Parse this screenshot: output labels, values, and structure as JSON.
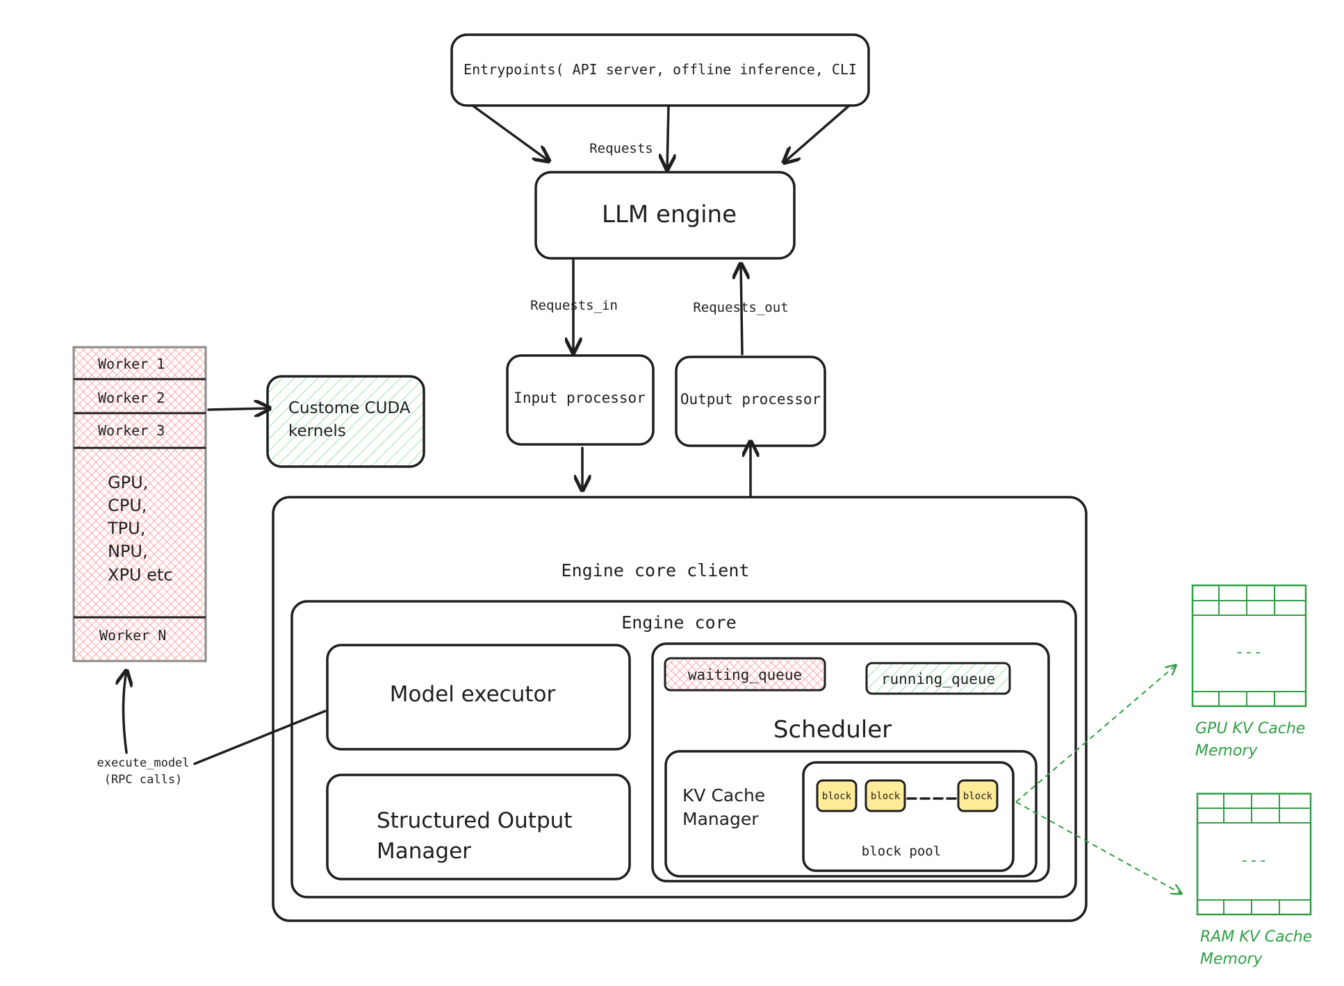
{
  "entrypoints": "Entrypoints( API server, offline inference, CLI",
  "requests_label": "Requests",
  "llm_engine": "LLM engine",
  "requests_in": "Requests_in",
  "requests_out": "Requests_out",
  "input_processor": "Input processor",
  "output_processor": "Output processor",
  "engine_core_client": "Engine core client",
  "engine_core": "Engine core",
  "model_executor": "Model executor",
  "structured_output": [
    "Structured Output",
    "Manager"
  ],
  "waiting_queue": "waiting_queue",
  "running_queue": "running_queue",
  "scheduler": "Scheduler",
  "kv_cache_manager": [
    "KV Cache",
    "Manager"
  ],
  "blocks": [
    "block",
    "block",
    "block"
  ],
  "block_pool": "block pool",
  "workers": {
    "items": [
      "Worker 1",
      "Worker 2",
      "Worker 3"
    ],
    "devices": [
      "GPU,",
      "CPU,",
      "TPU,",
      "NPU,",
      "XPU etc"
    ],
    "last": "Worker N"
  },
  "custom_cuda": [
    "Custome CUDA",
    "kernels"
  ],
  "execute_model": [
    "execute_model",
    "(RPC calls)"
  ],
  "gpu_kv": [
    "GPU KV Cache",
    "Memory"
  ],
  "ram_kv": [
    "RAM KV Cache",
    "Memory"
  ],
  "mem_ellipsis": "---",
  "colors": {
    "green": "#2f9e44",
    "red_hatch": "#ffc9c9",
    "green_hatch": "#b2f2bb",
    "block": "#ffec99"
  }
}
